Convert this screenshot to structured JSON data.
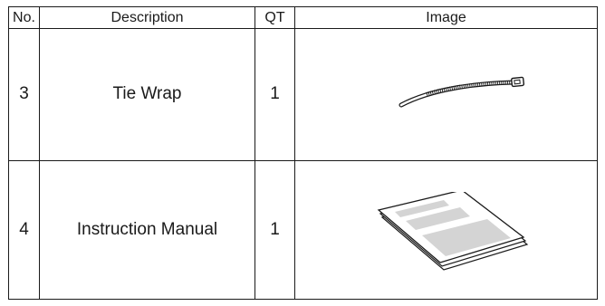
{
  "table": {
    "headers": {
      "no": "No.",
      "description": "Description",
      "qt": "QT",
      "image": "Image"
    },
    "rows": [
      {
        "no": "3",
        "description": "Tie Wrap",
        "qt": "1",
        "image_icon": "tie-wrap-icon"
      },
      {
        "no": "4",
        "description": "Instruction Manual",
        "qt": "1",
        "image_icon": "instruction-manual-icon"
      }
    ]
  },
  "colors": {
    "line": "#1a1a1a",
    "paper": "#ffffff",
    "panel": "#d4d4d4"
  }
}
